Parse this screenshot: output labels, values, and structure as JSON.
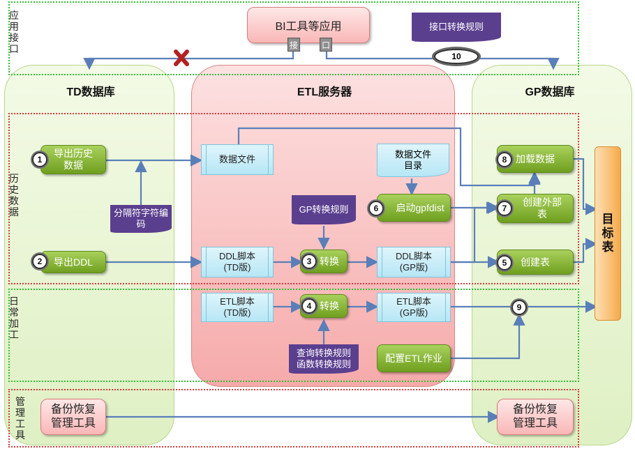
{
  "regions": {
    "app_interface": "应用接口",
    "history_data": "历史数据",
    "daily_process": "日常加工",
    "mgmt_tools": "管理工具"
  },
  "columns": {
    "td": "TD数据库",
    "etl": "ETL服务器",
    "gp": "GP数据库"
  },
  "bi_app": "BI工具等应用",
  "interface_left": "接",
  "interface_right": "口",
  "interface_rule": "接口转换规则",
  "step10": "10",
  "td_nodes": {
    "export_history": "导出历史数据",
    "export_ddl": "导出DDL",
    "backup_tools": "备份恢复管理工具"
  },
  "separator_flag": "分隔符字符编码",
  "etl_nodes": {
    "data_file": "数据文件",
    "ddl_td": "DDL脚本(TD版)",
    "convert3": "转换",
    "ddl_gp": "DDL脚本(GP版)",
    "gp_rule": "GP转换规则",
    "data_dir": "数据文件目录",
    "start_gpfdist": "启动gpfdist",
    "etl_td": "ETL脚本(TD版)",
    "convert4": "转换",
    "etl_gp": "ETL脚本(GP版)",
    "query_rule": "查询转换规则函数转换规则",
    "config_etl": "配置ETL作业"
  },
  "gp_nodes": {
    "load_data": "加载数据",
    "create_ext": "创建外部表",
    "create_table": "创建表",
    "backup_tools": "备份恢复管理工具",
    "target": "目标表"
  },
  "steps": {
    "s1": "1",
    "s2": "2",
    "s3": "3",
    "s4": "4",
    "s5": "5",
    "s6": "6",
    "s7": "7",
    "s8": "8",
    "s9": "9"
  }
}
